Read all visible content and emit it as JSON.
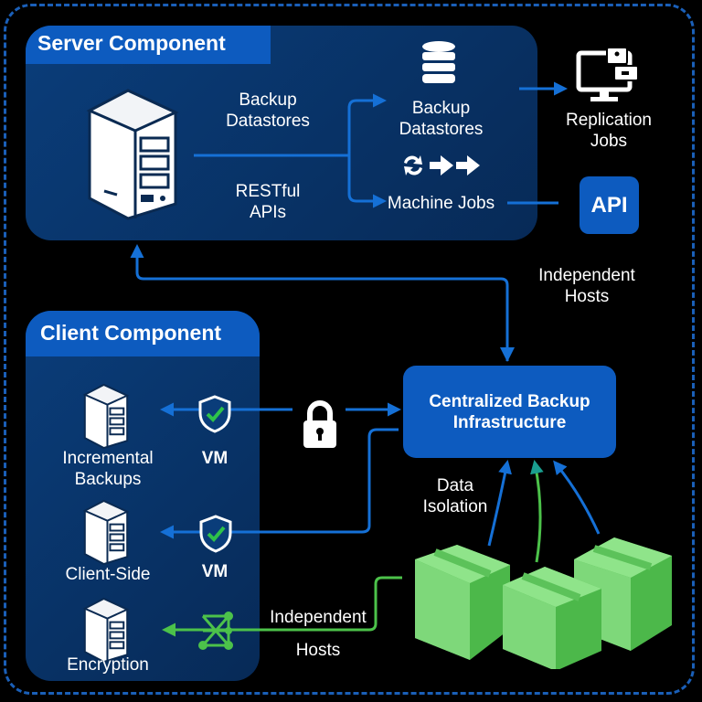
{
  "colors": {
    "background": "#000000",
    "panel": "#0a3d7a",
    "accent_blue": "#0d5bbf",
    "arrow_blue": "#1570d6",
    "green": "#4cc24a",
    "box_green": "#7ed87a",
    "border": "#1a5fb8"
  },
  "server": {
    "title": "Server Component",
    "label_backup_datastores": "Backup Datastores",
    "label_restful_apis": "RESTful APIs",
    "branch_backup_datastores": "Backup Datastores",
    "branch_machine_jobs": "Machine Jobs",
    "icons": [
      "server-tower-icon",
      "database-icon",
      "sync-icon",
      "arrow-right-icon",
      "arrow-right-icon"
    ]
  },
  "outputs": {
    "replication_jobs": "Replication Jobs",
    "api": "API",
    "icons": [
      "monitor-replication-icon"
    ]
  },
  "links": {
    "independent_hosts_top": "Independent Hosts",
    "data_isolation": "Data Isolation",
    "independent_hosts_bottom": "Independent Hosts"
  },
  "central": {
    "title": "Centralized Backup Infrastructure"
  },
  "client": {
    "title": "Client Component",
    "items": [
      {
        "label": "Incremental Backups",
        "connector_label": "VM",
        "connector_icon": "shield-check-icon"
      },
      {
        "label": "Client-Side",
        "connector_label": "VM",
        "connector_icon": "shield-check-icon"
      },
      {
        "label": "Encryption",
        "connector_label": "",
        "connector_icon": "network-node-icon"
      }
    ]
  },
  "misc": {
    "lock_icon": "padlock-icon",
    "boxes": [
      "storage-box-icon",
      "storage-box-icon",
      "storage-box-icon"
    ]
  }
}
